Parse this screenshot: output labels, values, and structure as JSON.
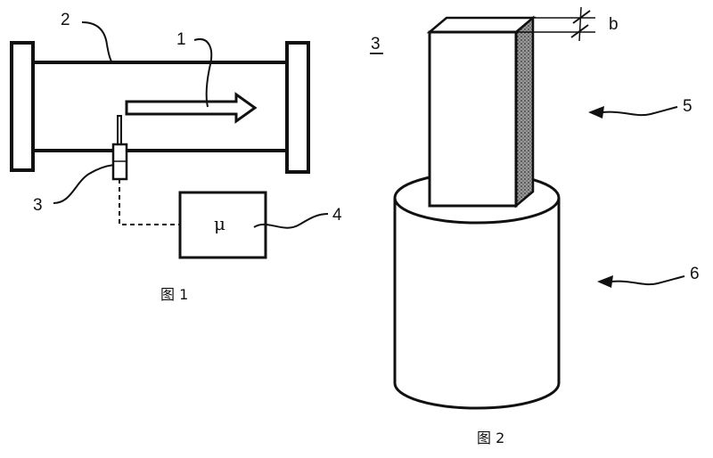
{
  "figure1": {
    "caption": "图 1",
    "labels": {
      "flow": "1",
      "pipe": "2",
      "sensor": "3",
      "processor": "4"
    },
    "processor_symbol": "μ"
  },
  "figure2": {
    "caption": "图 2",
    "labels": {
      "assembly": "3",
      "element": "5",
      "base": "6",
      "thickness": "b"
    }
  },
  "colors": {
    "ink": "#111111",
    "background": "#ffffff",
    "shading": "#777777"
  }
}
